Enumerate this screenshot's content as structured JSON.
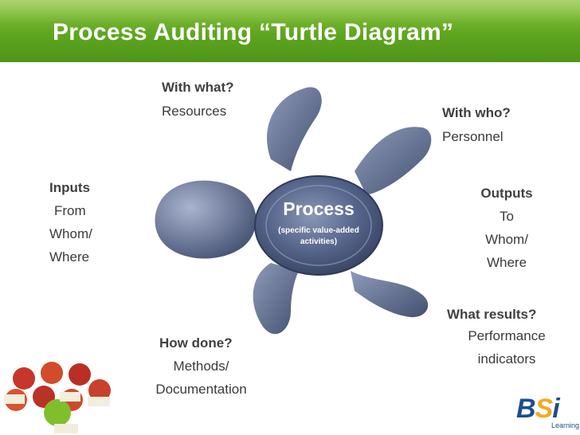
{
  "title": "Process Auditing “Turtle Diagram”",
  "process": {
    "label": "Process",
    "sub_line1": "(specific value-added",
    "sub_line2": "activities)"
  },
  "with_what": {
    "heading": "With what?",
    "text": "Resources"
  },
  "with_who": {
    "heading": "With who?",
    "text": "Personnel"
  },
  "inputs": {
    "heading": "Inputs",
    "line1": "From",
    "line2": "Whom/",
    "line3": "Where"
  },
  "outputs": {
    "heading": "Outputs",
    "line1": "To",
    "line2": "Whom/",
    "line3": "Where"
  },
  "how_done": {
    "heading": "How done?",
    "line1": "Methods/",
    "line2": "Documentation"
  },
  "what_results": {
    "heading": "What results?",
    "line1": "Performance",
    "line2": "indicators"
  },
  "logo": {
    "mark_b": "B",
    "mark_s": "S",
    "mark_i": "i",
    "sub": "Learning"
  },
  "colors": {
    "title_bar": "#5ea61f",
    "turtle": "#5a6a8c",
    "logo_blue": "#1b4d8f",
    "logo_orange": "#f6a823"
  }
}
